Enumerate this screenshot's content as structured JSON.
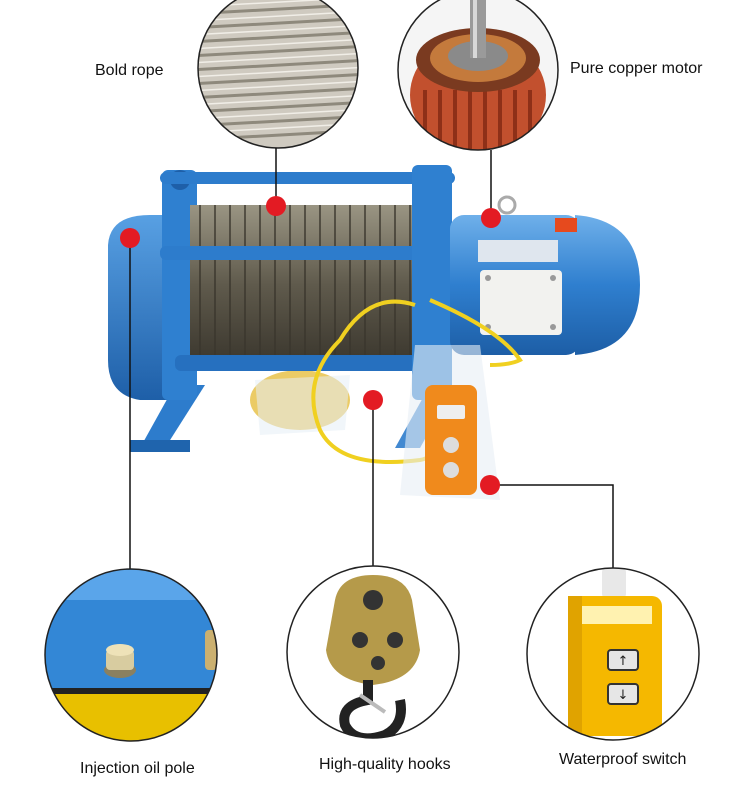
{
  "callouts": {
    "rope": "Bold rope",
    "motor": "Pure copper motor",
    "oil": "Injection oil pole",
    "hooks": "High-quality hooks",
    "switch": "Waterproof switch"
  },
  "colors": {
    "marker": "#e31b23",
    "frame": "#2d7ccc",
    "motor_body": "#3b8ad6",
    "rope": "#6e6a5c",
    "pendant": "#f08a1c",
    "switch_yellow": "#f5b800",
    "hook_plate": "#b59a4a",
    "cable": "#f0d020"
  }
}
